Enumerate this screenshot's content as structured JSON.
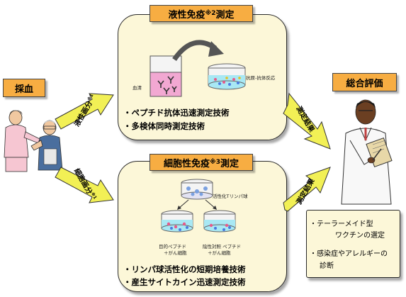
{
  "left": {
    "label": "採血"
  },
  "top_panel": {
    "title": "液性免疫",
    "title_sup": "※2",
    "title_suffix": "測定",
    "serum_label": "血清",
    "reaction_label": "抗原-抗体反応",
    "bullets": [
      "・ペプチド抗体迅速測定技術",
      "・多検体同時測定技術"
    ]
  },
  "bottom_panel": {
    "title": "細胞性免疫",
    "title_sup": "※3",
    "title_suffix": "測定",
    "activated_label": "活性化Tリンパ球",
    "target_label_1": "目的ペプチド",
    "target_label_2": "＋がん細胞",
    "control_label_1": "陰性対照 ペプチド",
    "control_label_2": "＋がん細胞",
    "bullets": [
      "・リンパ球活性化の短期培養技術",
      "・産生サイトカイン迅速測定技術"
    ]
  },
  "arrows": {
    "upper_left": "液性画分",
    "upper_left_sup": "※1",
    "lower_left": "細胞画分",
    "lower_left_sup": "※1",
    "upper_right": "測定結果",
    "lower_right": "測定結果"
  },
  "right": {
    "label": "総合評価",
    "notes": [
      "・テーラーメイド型",
      "ワクチンの選定",
      "・感染症やアレルギーの",
      "診断"
    ]
  },
  "colors": {
    "tag": "#f7ad42",
    "panel": "#fcf7d8",
    "arrow": "#f2f055",
    "liquid_pink": "#f2a8d2",
    "liquid_cyan": "#a8e8f4"
  }
}
